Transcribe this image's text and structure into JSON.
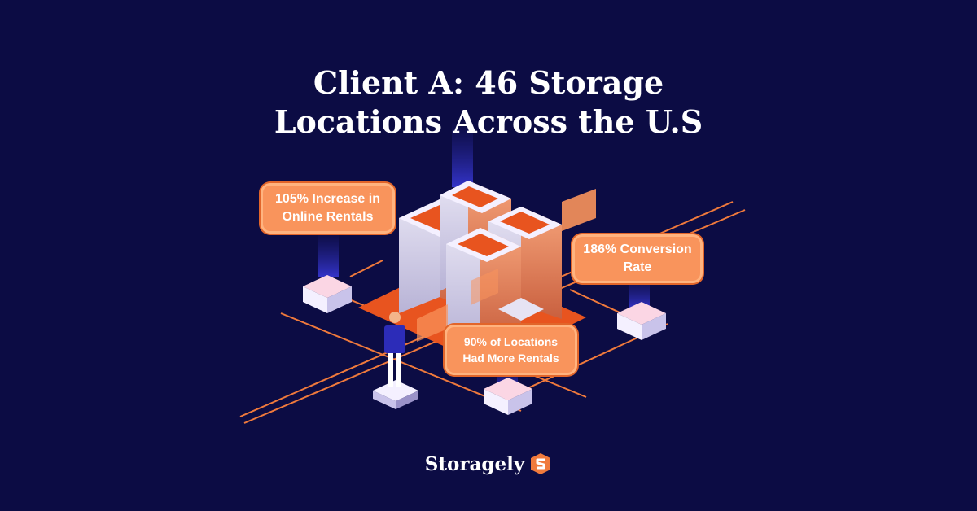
{
  "title": {
    "line1": "Client A: 46 Storage",
    "line2": "Locations Across the U.S"
  },
  "stats": [
    {
      "line1": "105% Increase in",
      "line2": "Online Rentals"
    },
    {
      "line1": "186% Conversion",
      "line2": "Rate"
    },
    {
      "line1": "90% of Locations",
      "line2": "Had More Rentals"
    }
  ],
  "brand": {
    "name": "Storagely",
    "icon": "storagely-s-logo-icon"
  },
  "colors": {
    "background": "#0c0c44",
    "accent": "#f9945c",
    "accent_dark": "#e2652a",
    "text": "#ffffff"
  }
}
